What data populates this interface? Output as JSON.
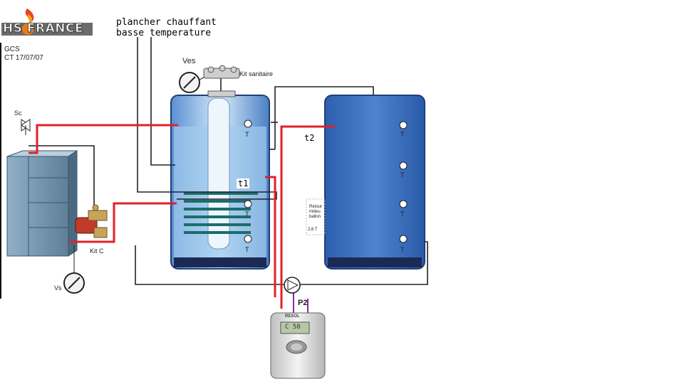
{
  "logo": {
    "brand": "HS FRANCE"
  },
  "meta": {
    "model": "GCS",
    "date": "CT 17/07/07"
  },
  "header_note": {
    "line1": "plancher chauffant",
    "line2": "basse temperature"
  },
  "labels": {
    "sc": "Sc",
    "ves_top": "Ves",
    "kit_sanitaire": "Kit sanitaire",
    "kit_c": "Kit C",
    "vs": "Vs",
    "t1": "t1",
    "t2": "t2",
    "p2": "P2",
    "sensor_t": "T",
    "controller_brand": "RESOL",
    "controller_display": "C 58",
    "small_label_1": "Retour",
    "small_label_2": "milieu",
    "small_label_3": "ballon",
    "small_label_4": "2,6 T"
  },
  "colors": {
    "hot_pipe": "#e0202a",
    "signal_wire": "#8a2aa0",
    "tank_blue": "#3f74c2",
    "water_light": "#b9dcf5",
    "boiler": "#6f8fa6"
  }
}
